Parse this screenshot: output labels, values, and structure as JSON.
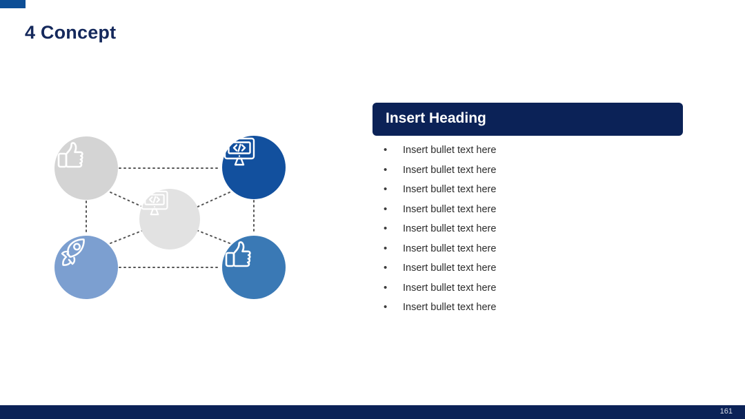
{
  "slide": {
    "title": "4 Concept",
    "page_number": "161",
    "accent_color": "#0d4e96",
    "bar_color": "#0b2257",
    "title_color": "#15295c"
  },
  "panel": {
    "heading": "Insert Heading",
    "heading_bg": "#0b2257",
    "bullet_char": "•",
    "bullets": [
      {
        "label": "Insert bullet text here"
      },
      {
        "label": "Insert bullet text here"
      },
      {
        "label": "Insert bullet text here"
      },
      {
        "label": "Insert bullet text here"
      },
      {
        "label": "Insert bullet text here"
      },
      {
        "label": "Insert bullet text here"
      },
      {
        "label": "Insert bullet text here"
      },
      {
        "label": "Insert bullet text here"
      },
      {
        "label": "Insert bullet text here"
      }
    ]
  },
  "diagram": {
    "connector_color": "#545454",
    "connector_style": "dotted",
    "nodes": [
      {
        "id": "top-left",
        "icon": "thumbs-up-icon",
        "color": "#d4d4d4"
      },
      {
        "id": "top-right",
        "icon": "monitor-code-icon",
        "color": "#12509e"
      },
      {
        "id": "center",
        "icon": "monitor-code-icon",
        "color": "#e2e2e2"
      },
      {
        "id": "bottom-left",
        "icon": "rocket-icon",
        "color": "#7c9fd0"
      },
      {
        "id": "bottom-right",
        "icon": "thumbs-up-icon",
        "color": "#3a79b5"
      }
    ]
  }
}
